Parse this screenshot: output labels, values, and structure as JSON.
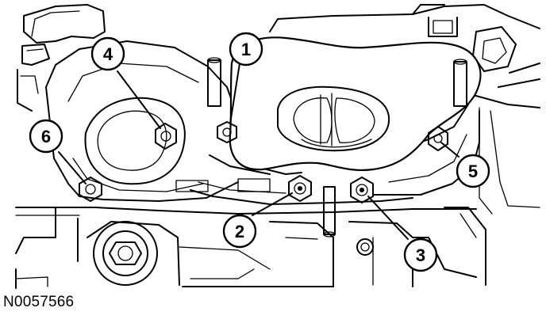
{
  "figure_id": "N0057566",
  "callouts": [
    {
      "id": "callout-1",
      "text": "1"
    },
    {
      "id": "callout-2",
      "text": "2"
    },
    {
      "id": "callout-3",
      "text": "3"
    },
    {
      "id": "callout-4",
      "text": "4"
    },
    {
      "id": "callout-5",
      "text": "5"
    },
    {
      "id": "callout-6",
      "text": "6"
    }
  ]
}
